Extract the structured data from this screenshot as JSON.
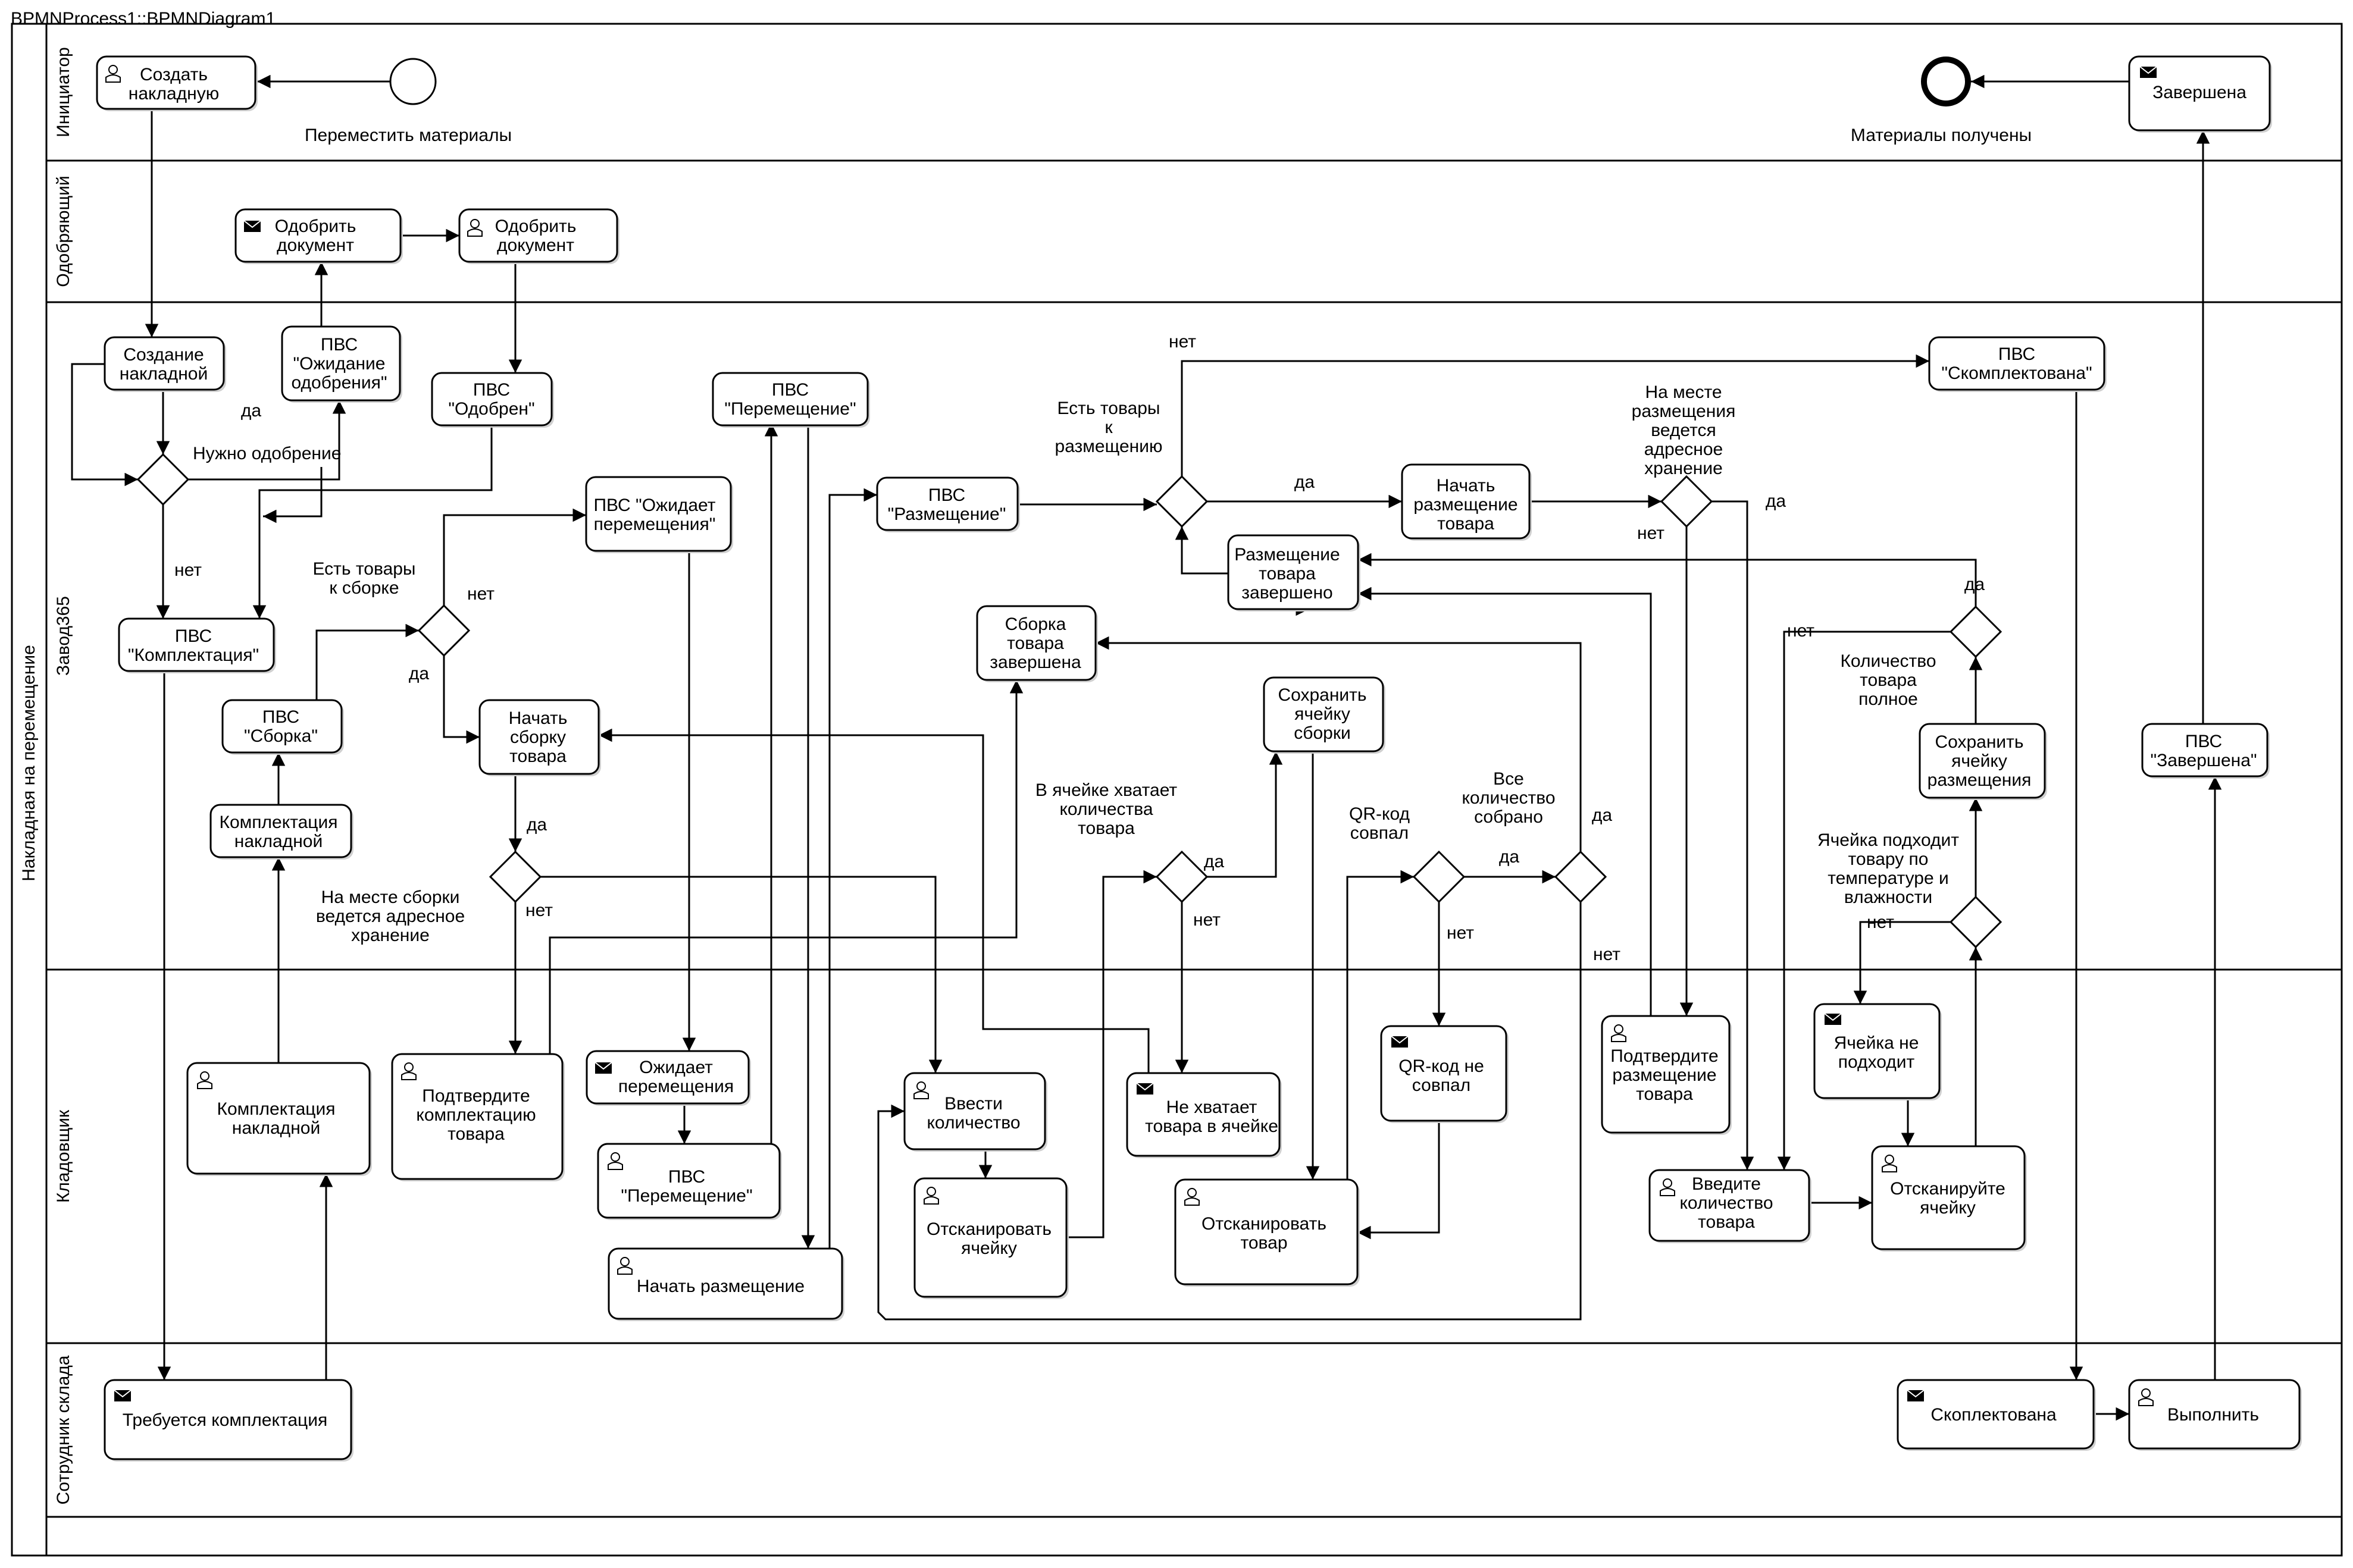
{
  "title": "BPMNProcess1::BPMNDiagram1",
  "pool": {
    "name": "Накладная на перемещение"
  },
  "lanes": [
    {
      "id": "initiator",
      "name": "Инициатор"
    },
    {
      "id": "approver",
      "name": "Одобряющий"
    },
    {
      "id": "zavod",
      "name": "Завод365"
    },
    {
      "id": "storekeeper",
      "name": "Кладовщик"
    },
    {
      "id": "warehouse",
      "name": "Сотрудник склада"
    }
  ],
  "events": [
    {
      "id": "start",
      "type": "start",
      "label": "Переместить материалы"
    },
    {
      "id": "end",
      "type": "end",
      "label": "Материалы получены"
    }
  ],
  "tasks": [
    {
      "id": "t1",
      "icon": "user",
      "label": [
        "Создать",
        "накладную"
      ]
    },
    {
      "id": "t2",
      "icon": "message",
      "label": [
        "Завершена"
      ]
    },
    {
      "id": "t3",
      "icon": "message",
      "label": [
        "Одобрить",
        "документ"
      ]
    },
    {
      "id": "t4",
      "icon": "user",
      "label": [
        "Одобрить",
        "документ"
      ]
    },
    {
      "id": "t5",
      "icon": "",
      "label": [
        "Создание",
        "накладной"
      ]
    },
    {
      "id": "t6",
      "icon": "",
      "label": [
        "ПВС",
        "\"Ожидание",
        "одобрения\""
      ]
    },
    {
      "id": "t7",
      "icon": "",
      "label": [
        "ПВС",
        "\"Одобрен\""
      ]
    },
    {
      "id": "t8",
      "icon": "",
      "label": [
        "ПВС",
        "\"Перемещение\""
      ]
    },
    {
      "id": "t9",
      "icon": "",
      "label": [
        "ПВС",
        "\"Скомплектована\""
      ]
    },
    {
      "id": "t10",
      "icon": "",
      "label": [
        "ПВС \"Ожидает",
        "перемещения\""
      ]
    },
    {
      "id": "t11",
      "icon": "",
      "label": [
        "ПВС",
        "\"Размещение\""
      ]
    },
    {
      "id": "t12",
      "icon": "",
      "label": [
        "Начать",
        "размещение",
        "товара"
      ]
    },
    {
      "id": "t13",
      "icon": "",
      "label": [
        "Размещение",
        "товара",
        "завершено"
      ]
    },
    {
      "id": "t14",
      "icon": "",
      "label": [
        "ПВС",
        "\"Комплектация\""
      ]
    },
    {
      "id": "t15",
      "icon": "",
      "label": [
        "Сборка",
        "товара",
        "завершена"
      ]
    },
    {
      "id": "t16",
      "icon": "",
      "label": [
        "ПВС",
        "\"Сборка\""
      ]
    },
    {
      "id": "t17",
      "icon": "",
      "label": [
        "Начать",
        "сборку",
        "товара"
      ]
    },
    {
      "id": "t18",
      "icon": "",
      "label": [
        "Сохранить",
        "ячейку",
        "сборки"
      ]
    },
    {
      "id": "t19",
      "icon": "",
      "label": [
        "Сохранить",
        "ячейку",
        "размещения"
      ]
    },
    {
      "id": "t20",
      "icon": "",
      "label": [
        "ПВС",
        "\"Завершена\""
      ]
    },
    {
      "id": "t21",
      "icon": "",
      "label": [
        "Комплектация",
        "накладной"
      ]
    },
    {
      "id": "t22",
      "icon": "user",
      "label": [
        "Комплектация",
        "накладной"
      ]
    },
    {
      "id": "t23",
      "icon": "user",
      "label": [
        "Подтвердите",
        "комплектацию",
        "товара"
      ]
    },
    {
      "id": "t24",
      "icon": "message",
      "label": [
        "Ожидает",
        "перемещения"
      ]
    },
    {
      "id": "t25",
      "icon": "user",
      "label": [
        "ПВС",
        "\"Перемещение\""
      ]
    },
    {
      "id": "t26",
      "icon": "user",
      "label": [
        "Начать размещение"
      ]
    },
    {
      "id": "t27",
      "icon": "user",
      "label": [
        "Ввести",
        "количество"
      ]
    },
    {
      "id": "t28",
      "icon": "user",
      "label": [
        "Отсканировать",
        "ячейку"
      ]
    },
    {
      "id": "t29",
      "icon": "message",
      "label": [
        "Не хватает",
        "товара в ячейке"
      ]
    },
    {
      "id": "t30",
      "icon": "message",
      "label": [
        "QR-код не",
        "совпал"
      ]
    },
    {
      "id": "t31",
      "icon": "user",
      "label": [
        "Отсканировать",
        "товар"
      ]
    },
    {
      "id": "t32",
      "icon": "user",
      "label": [
        "Подтвердите",
        "размещение",
        "товара"
      ]
    },
    {
      "id": "t33",
      "icon": "message",
      "label": [
        "Ячейка не",
        "подходит"
      ]
    },
    {
      "id": "t34",
      "icon": "user",
      "label": [
        "Введите",
        "количество",
        "товара"
      ]
    },
    {
      "id": "t35",
      "icon": "user",
      "label": [
        "Отсканируйте",
        "ячейку"
      ]
    },
    {
      "id": "t36",
      "icon": "message",
      "label": [
        "Требуется комплектация"
      ]
    },
    {
      "id": "t37",
      "icon": "message",
      "label": [
        "Скоплектована"
      ]
    },
    {
      "id": "t38",
      "icon": "user",
      "label": [
        "Выполнить"
      ]
    }
  ],
  "gateways": [
    {
      "id": "g1",
      "label": [
        "Нужно одобрение"
      ]
    },
    {
      "id": "g2",
      "label": [
        "Есть товары",
        "к сборке"
      ]
    },
    {
      "id": "g3",
      "label": [
        "На месте сборки",
        "ведется адресное",
        "хранение"
      ]
    },
    {
      "id": "g4",
      "label": [
        "Есть товары",
        "к",
        "размещению"
      ]
    },
    {
      "id": "g5",
      "label": [
        "На месте",
        "размещения",
        "ведется",
        "адресное",
        "хранение"
      ]
    },
    {
      "id": "g6",
      "label": [
        "В ячейке хватает",
        "количества",
        "товара"
      ]
    },
    {
      "id": "g7",
      "label": [
        "QR-код",
        "совпал"
      ]
    },
    {
      "id": "g8",
      "label": [
        "Все",
        "количество",
        "собрано"
      ]
    },
    {
      "id": "g9",
      "label": [
        "Количество",
        "товара",
        "полное"
      ]
    },
    {
      "id": "g10",
      "label": [
        "Ячейка подходит",
        "товару по",
        "температуре и",
        "влажности"
      ]
    }
  ],
  "flow_labels": {
    "yes": "да",
    "no": "нет"
  },
  "colors": {
    "stroke": "#000000",
    "fill": "#ffffff"
  }
}
